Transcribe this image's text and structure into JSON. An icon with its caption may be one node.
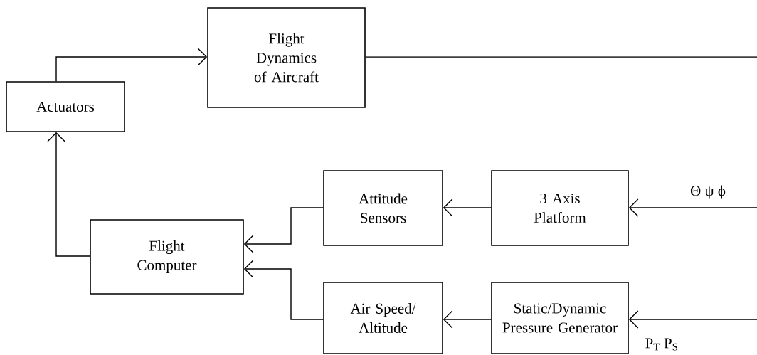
{
  "diagram": {
    "nodes": [
      {
        "text": [
          "Flight Dynamics of Aircraft"
        ]
      },
      {
        "text": [
          "Actuators"
        ]
      },
      {
        "text": [
          "Attitude Sensors"
        ]
      },
      {
        "text": [
          "3 Axis Platform"
        ]
      },
      {
        "text": [
          "Flight Computer"
        ]
      },
      {
        "text": [
          "Air Speed/ Altitude"
        ]
      },
      {
        "text": [
          "Static/Dynamic Pressure Generator"
        ]
      }
    ],
    "edges": [
      {
        "from": 1,
        "to": 0,
        "arrow": "to"
      },
      {
        "from": 4,
        "to": 1,
        "arrow": "to"
      },
      {
        "from": 0,
        "to": null,
        "arrow": "none"
      },
      {
        "from": null,
        "to": 3,
        "arrow": "to",
        "label": "Θ  ψ  ϕ"
      },
      {
        "from": 3,
        "to": 2,
        "arrow": "to"
      },
      {
        "from": 2,
        "to": 4,
        "arrow": "to"
      },
      {
        "from": null,
        "to": 6,
        "arrow": "to",
        "label": "P$_{T}$ P$_{S}$"
      },
      {
        "from": 6,
        "to": 5,
        "arrow": "to"
      },
      {
        "from": 5,
        "to": 4,
        "arrow": "to"
      }
    ]
  }
}
